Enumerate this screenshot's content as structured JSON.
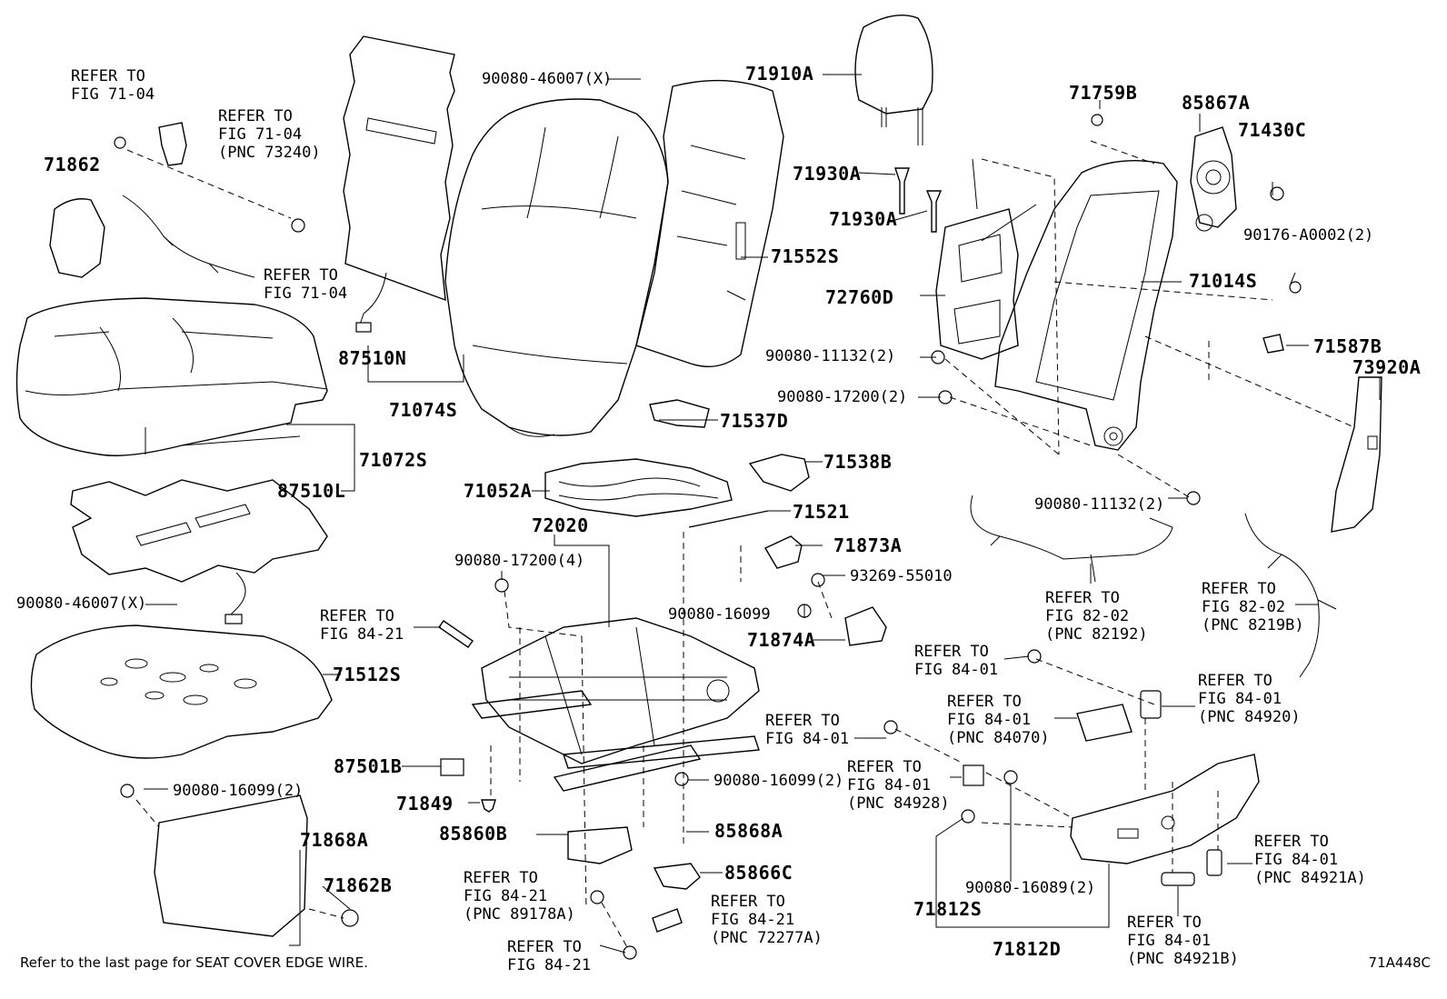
{
  "labels": {
    "refer_7104_a": "REFER TO\nFIG 71-04",
    "refer_7104_pnc": "REFER TO\nFIG 71-04\n(PNC 73240)",
    "p71862": "71862",
    "refer_7104_b": "REFER TO\nFIG 71-04",
    "p87510N": "87510N",
    "p90080_46007_top": "90080-46007(X)",
    "p71910A": "71910A",
    "p71930A_1": "71930A",
    "p71930A_2": "71930A",
    "p71552S": "71552S",
    "p71074S": "71074S",
    "p71537D": "71537D",
    "p71759B": "71759B",
    "p85867A": "85867A",
    "p71430C": "71430C",
    "p90176": "90176-A0002(2)",
    "p71014S": "71014S",
    "p72760D": "72760D",
    "p90080_11132_a": "90080-11132(2)",
    "p90080_17200_a": "90080-17200(2)",
    "p71587B": "71587B",
    "p73920A": "73920A",
    "p71072S": "71072S",
    "p87510L": "87510L",
    "p71052A": "71052A",
    "p71538B": "71538B",
    "p71521": "71521",
    "p72020": "72020",
    "p90080_17200_b": "90080-17200(4)",
    "p71873A": "71873A",
    "p93269": "93269-55010",
    "p90080_11132_b": "90080-11132(2)",
    "refer_8202_a": "REFER TO\nFIG 82-02\n(PNC 82192)",
    "refer_8202_b": "REFER TO\nFIG 82-02\n(PNC 8219B)",
    "p90080_46007_bot": "90080-46007(X)",
    "refer_8421_a": "REFER TO\nFIG 84-21",
    "p90080_16099": "90080-16099",
    "p71874A": "71874A",
    "p71512S": "71512S",
    "refer_8401_a": "REFER TO\nFIG 84-01",
    "refer_8401_84070": "REFER TO\nFIG 84-01\n(PNC 84070)",
    "refer_8401_84920": "REFER TO\nFIG 84-01\n(PNC 84920)",
    "refer_8401_b": "REFER TO\nFIG 84-01",
    "p87501B": "87501B",
    "p90080_16099_2a": "90080-16099(2)",
    "p90080_16099_2b": "90080-16099(2)",
    "refer_8401_84928": "REFER TO\nFIG 84-01\n(PNC 84928)",
    "p71849": "71849",
    "p85860B": "85860B",
    "p85868A": "85868A",
    "p71868A": "71868A",
    "p71862B": "71862B",
    "p85866C": "85866C",
    "refer_8421_89178": "REFER TO\nFIG 84-21\n(PNC 89178A)",
    "refer_8421_72277": "REFER TO\nFIG 84-21\n(PNC 72277A)",
    "p90080_16089": "90080-16089(2)",
    "p71812S": "71812S",
    "refer_8401_84921A": "REFER TO\nFIG 84-01\n(PNC 84921A)",
    "refer_8401_84921B": "REFER TO\nFIG 84-01\n(PNC 84921B)",
    "refer_8421_c": "REFER TO\nFIG 84-21",
    "p71812D": "71812D"
  },
  "footnote": "Refer to the last page for SEAT COVER EDGE WIRE.",
  "illustration_code": "71A448C"
}
